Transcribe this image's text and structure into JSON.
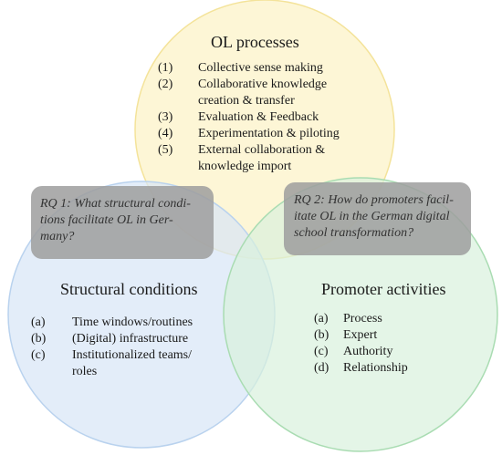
{
  "colors": {
    "top_fill": "#fdf5cf",
    "top_stroke": "#f4e39a",
    "left_fill": "#d7e6f7",
    "left_stroke": "#b9d2ee",
    "right_fill": "#d9f1dd",
    "right_stroke": "#a9dcb2",
    "rq_box": "#9d9d9d"
  },
  "top": {
    "title": "OL processes",
    "items": [
      {
        "num": "(1)",
        "text": "Collective sense making"
      },
      {
        "num": "(2)",
        "text": "Collaborative knowledge"
      },
      {
        "num": "",
        "text": "creation & transfer"
      },
      {
        "num": "(3)",
        "text": "Evaluation & Feedback"
      },
      {
        "num": "(4)",
        "text": "Experimentation & piloting"
      },
      {
        "num": "(5)",
        "text": "External collaboration &"
      },
      {
        "num": "",
        "text": "knowledge import"
      }
    ]
  },
  "left": {
    "title": "Structural conditions",
    "items": [
      {
        "num": "(a)",
        "text": "Time windows/routines"
      },
      {
        "num": "(b)",
        "text": "(Digital) infrastructure"
      },
      {
        "num": "(c)",
        "text": "Institutionalized teams/"
      },
      {
        "num": "",
        "text": "roles"
      }
    ]
  },
  "right": {
    "title": "Promoter activities",
    "items": [
      {
        "num": "(a)",
        "text": "Process"
      },
      {
        "num": "(b)",
        "text": "Expert"
      },
      {
        "num": "(c)",
        "text": "Authority"
      },
      {
        "num": "(d)",
        "text": "Relationship"
      }
    ]
  },
  "rq1": {
    "lines": [
      "RQ 1: What structural condi-",
      "tions facilitate OL in Ger-",
      "many?"
    ]
  },
  "rq2": {
    "lines": [
      "RQ 2: How do promoters facil-",
      "itate OL in the German digital",
      "school transformation?"
    ]
  }
}
